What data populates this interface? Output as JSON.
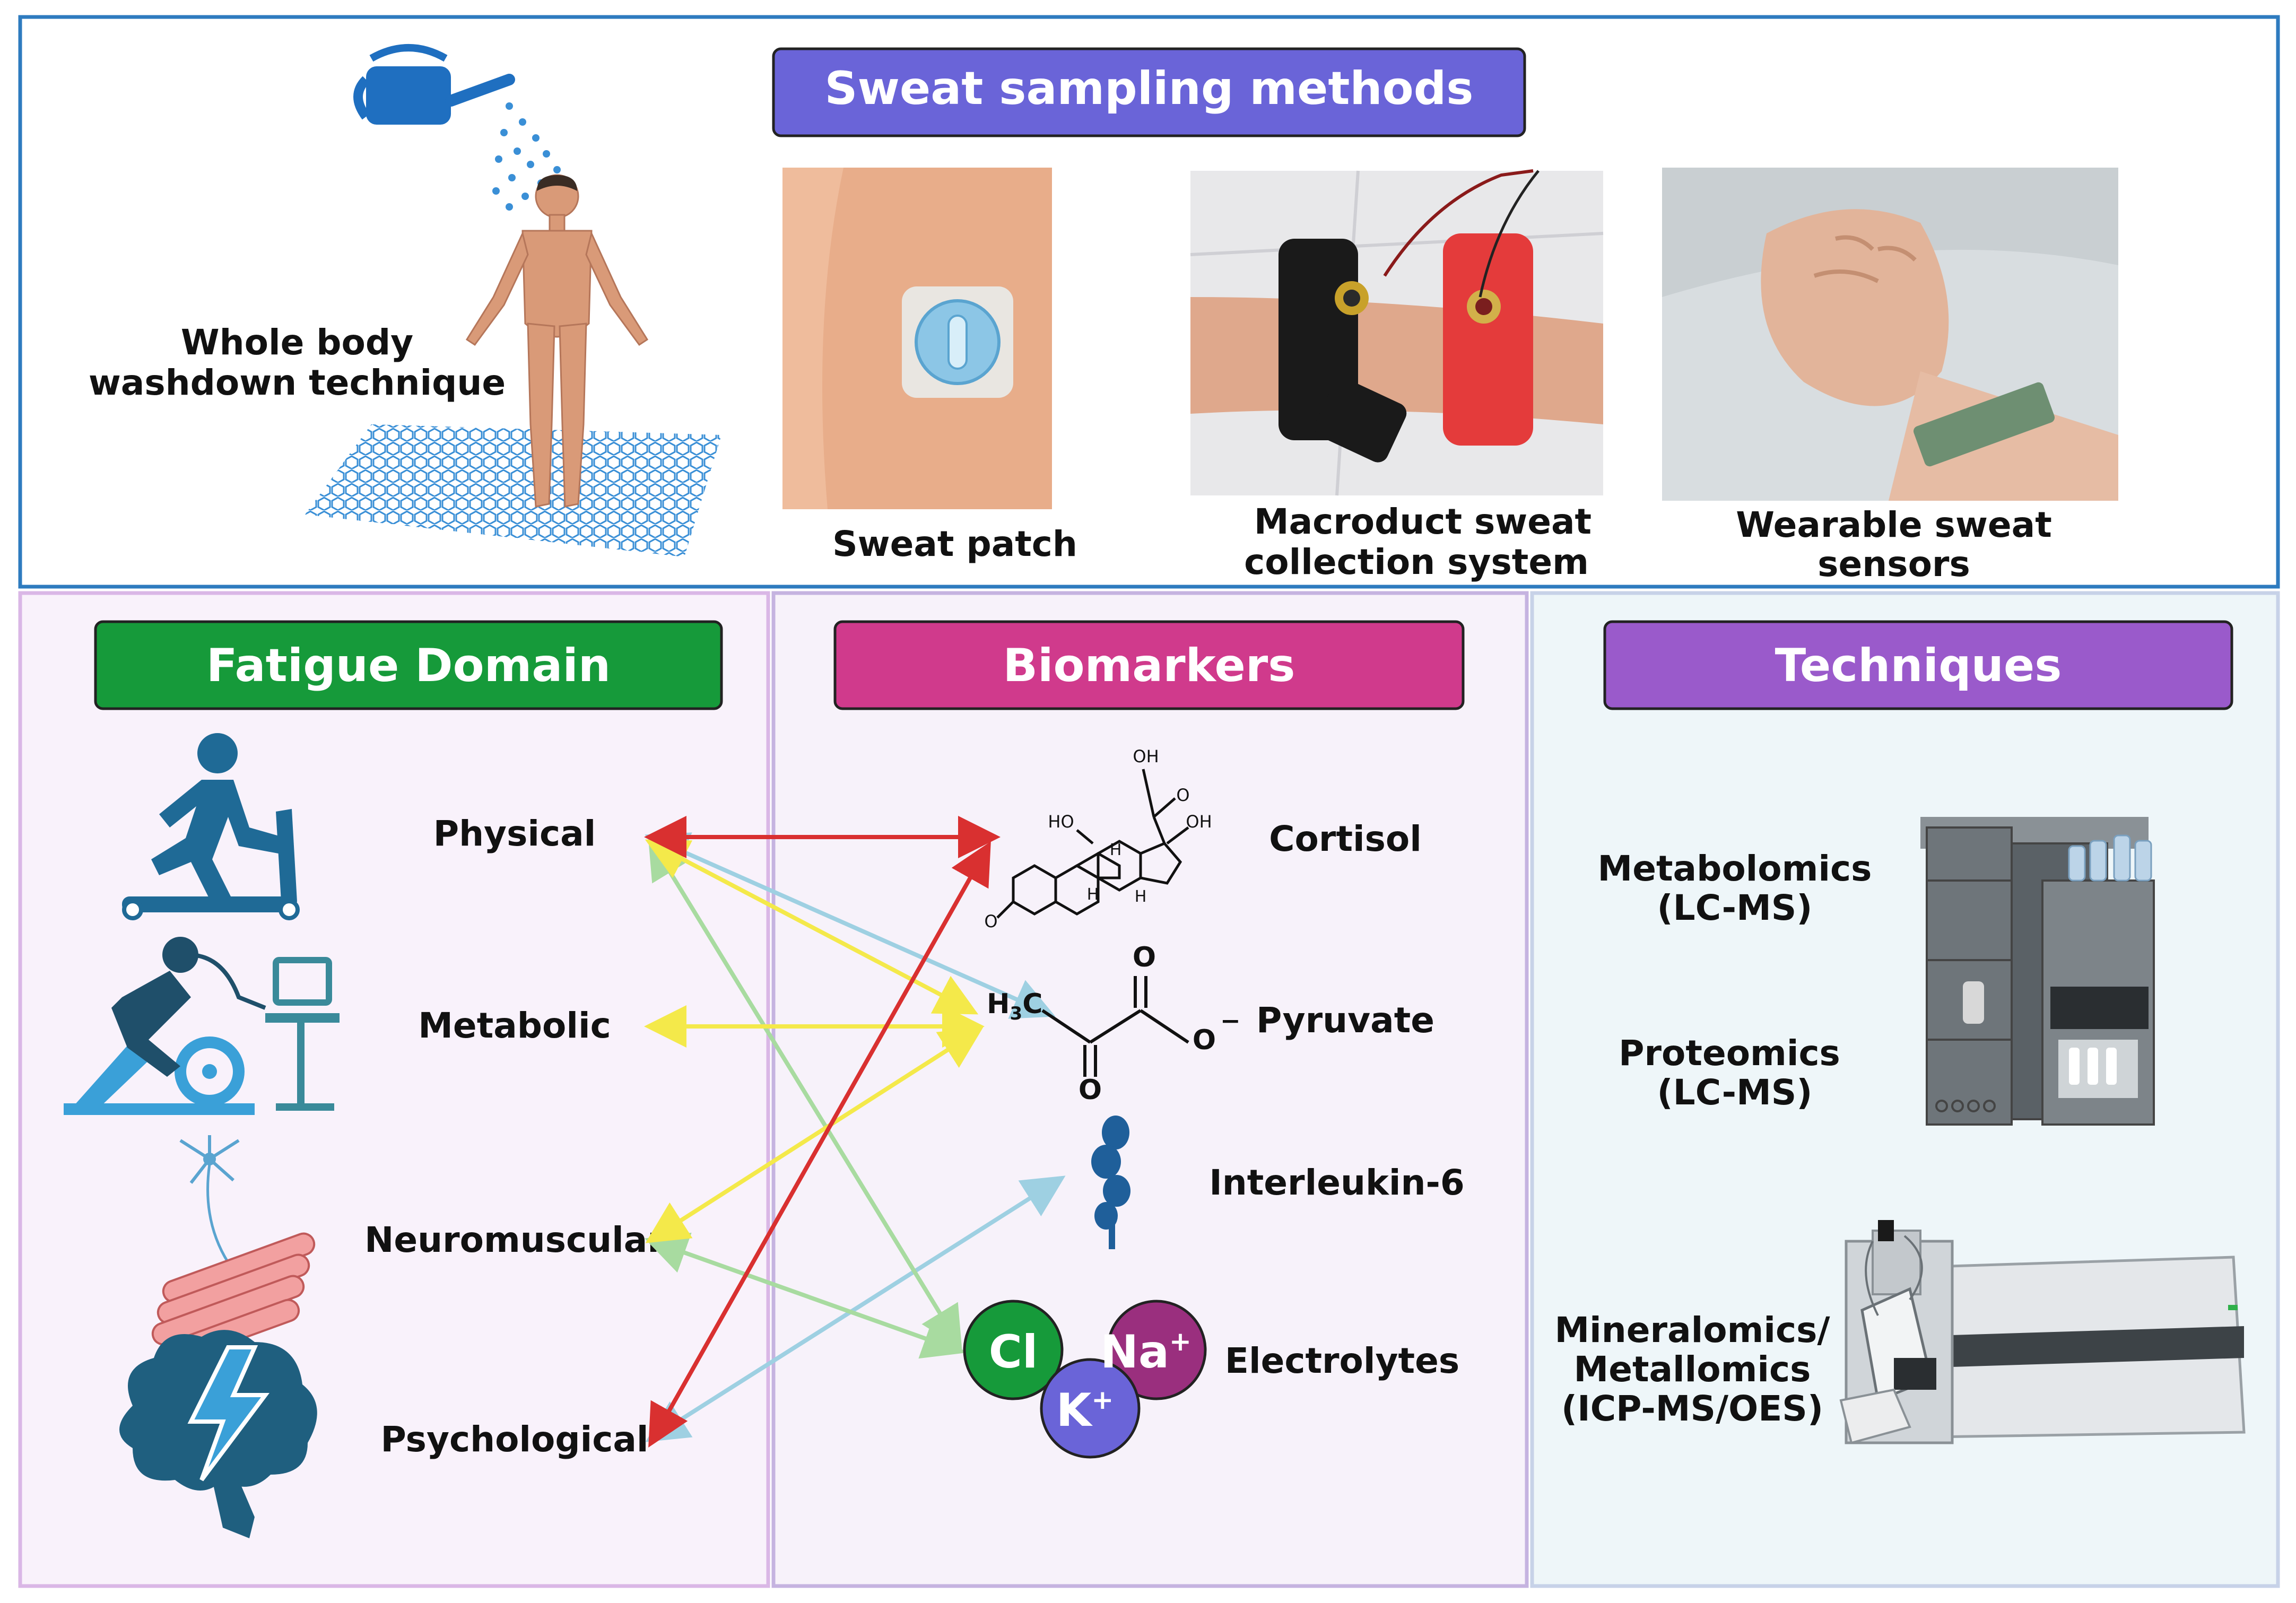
{
  "sampling": {
    "title": "Sweat sampling methods",
    "methods": [
      {
        "line1": "Whole body",
        "line2": "washdown technique"
      },
      {
        "line1": "Sweat patch",
        "line2": ""
      },
      {
        "line1": "Macroduct sweat",
        "line2": "collection system"
      },
      {
        "line1": "Wearable sweat",
        "line2": "sensors"
      }
    ]
  },
  "fatigue": {
    "title": "Fatigue Domain",
    "items": [
      "Physical",
      "Metabolic",
      "Neuromuscular",
      "Psychological"
    ]
  },
  "biomarkers": {
    "title": "Biomarkers",
    "items": [
      "Cortisol",
      "Pyruvate",
      "Interleukin-6",
      "Electrolytes"
    ],
    "cortisol_atoms": {
      "oh_top": "OH",
      "oh_right": "OH",
      "ho": "HO",
      "h": "H",
      "o": "O"
    },
    "pyruvate_atoms": {
      "ch3": "H",
      "c": "C",
      "sub3": "3",
      "o_top": "O",
      "o_bottom": "O",
      "o_minus": "O",
      "minus": "−"
    },
    "ions": {
      "cl": "Cl",
      "na": "Na",
      "k": "K",
      "plus": "+"
    }
  },
  "techniques": {
    "title": "Techniques",
    "items": [
      {
        "line1": "Metabolomics",
        "line2": "(LC-MS)",
        "line3": ""
      },
      {
        "line1": "Proteomics",
        "line2": "(LC-MS)",
        "line3": ""
      },
      {
        "line1": "Mineralomics/",
        "line2": "Metallomics",
        "line3": "(ICP-MS/OES)"
      }
    ]
  },
  "colors": {
    "top_border": "#2e7bbf",
    "sampling_header": "#6a64d8",
    "fatigue_header": "#169a3a",
    "biomarkers_header": "#d03a8c",
    "techniques_header": "#9a5acb",
    "arrow_red": "#d93030",
    "arrow_yellow": "#f4e94a",
    "arrow_green": "#a8dba0",
    "arrow_blue": "#9ed0e2",
    "icon_blue": "#1f6a96"
  }
}
